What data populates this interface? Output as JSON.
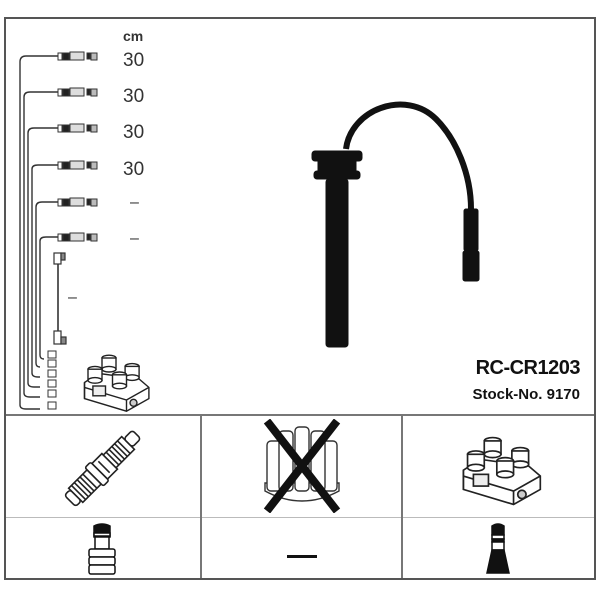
{
  "product": {
    "model": "RC-CR1203",
    "stock_label": "Stock-No. 9170"
  },
  "lengths": {
    "unit": "cm",
    "leads": [
      {
        "label": "30"
      },
      {
        "label": "30"
      },
      {
        "label": "30"
      },
      {
        "label": "30"
      },
      {
        "label": "–"
      },
      {
        "label": "–"
      },
      {
        "label": "–"
      }
    ]
  },
  "compatibility": {
    "row1": [
      {
        "icon": "spark-plug-icon",
        "excluded": false
      },
      {
        "icon": "distributor-cap-icon",
        "excluded": true
      },
      {
        "icon": "ignition-coil-icon",
        "excluded": false
      }
    ],
    "row2": [
      {
        "icon": "plug-connector-boot-icon"
      },
      {
        "icon": "none-dash",
        "label": "—"
      },
      {
        "icon": "coil-connector-boot-icon"
      }
    ]
  },
  "colors": {
    "border": "#555555",
    "ink": "#111111",
    "background": "#ffffff"
  }
}
